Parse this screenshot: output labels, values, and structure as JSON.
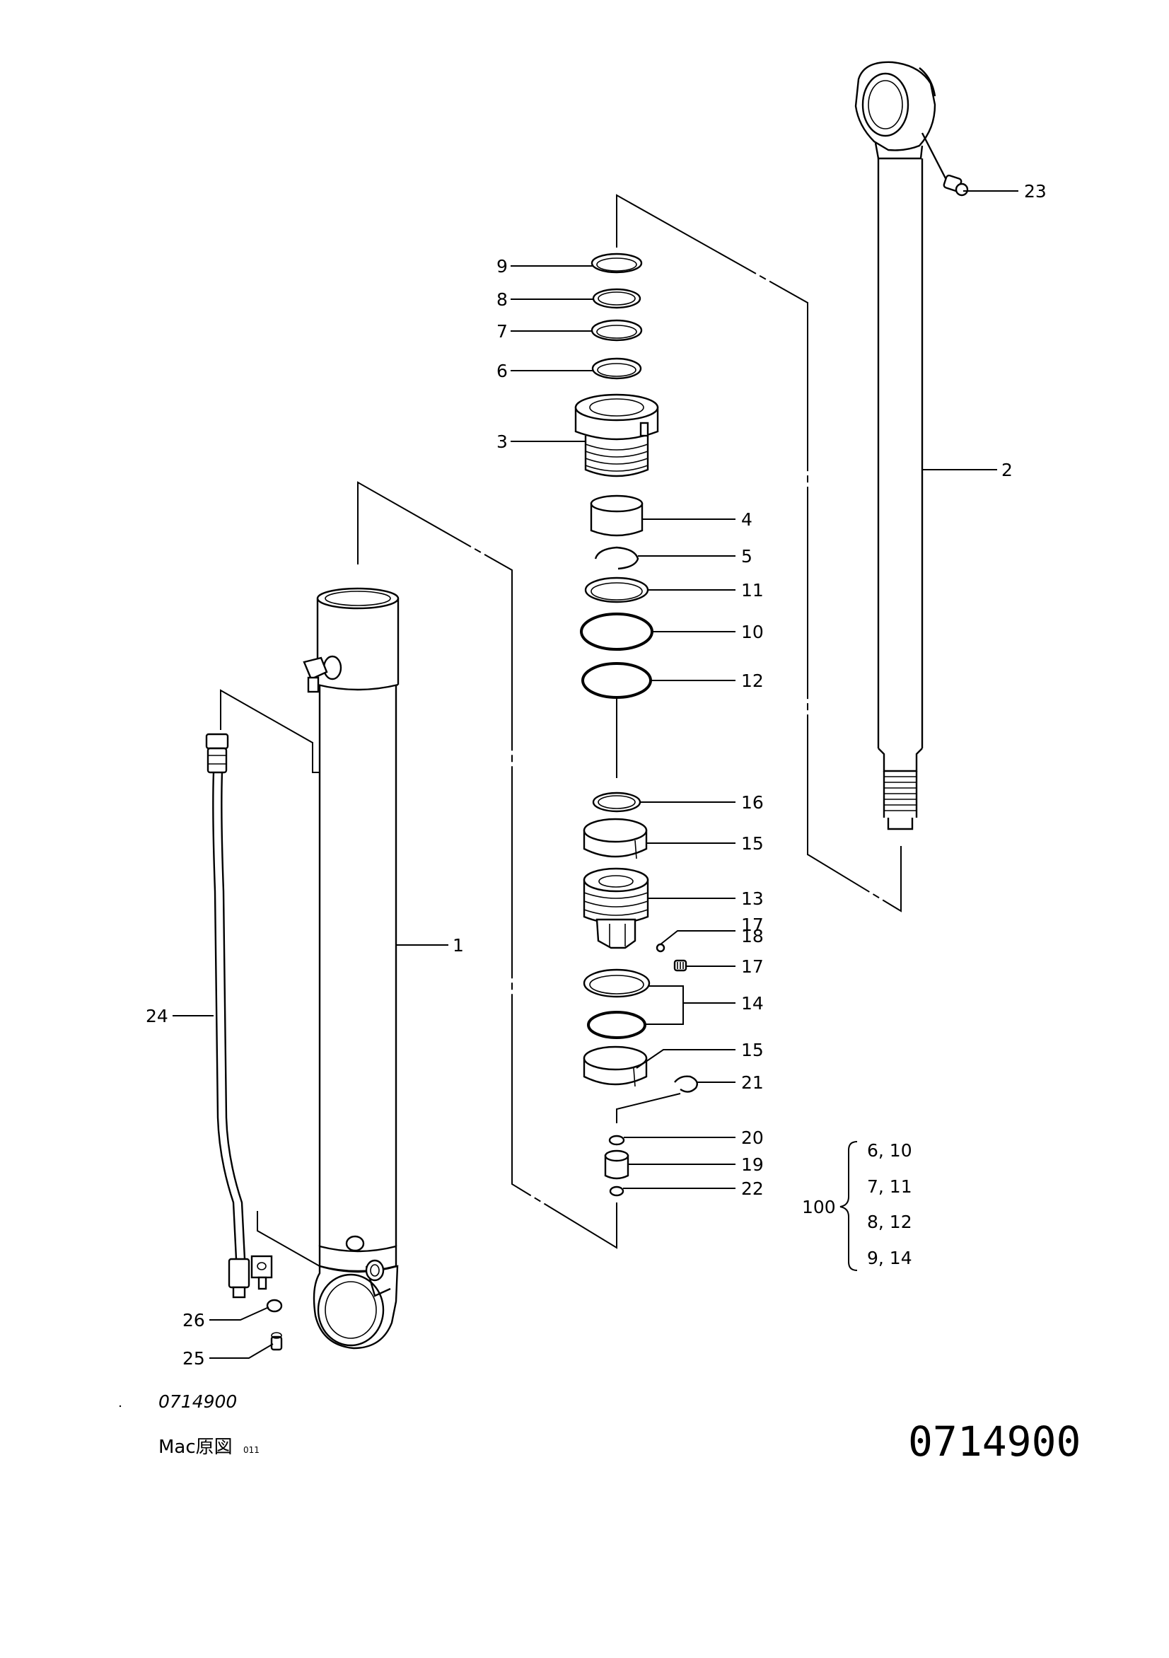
{
  "callouts": {
    "c1": "1",
    "c2": "2",
    "c3": "3",
    "c4": "4",
    "c5": "5",
    "c6": "6",
    "c7": "7",
    "c8": "8",
    "c9": "9",
    "c10": "10",
    "c11": "11",
    "c12": "12",
    "c13": "13",
    "c14": "14",
    "c15a": "15",
    "c15b": "15",
    "c16": "16",
    "c17a": "17",
    "c17b": "17",
    "c18": "18",
    "c19": "19",
    "c20": "20",
    "c21": "21",
    "c22": "22",
    "c23": "23",
    "c24": "24",
    "c25": "25",
    "c26": "26"
  },
  "kit": {
    "number": "100",
    "rows": [
      "6, 10",
      "7, 11",
      "8, 12",
      "9, 14"
    ]
  },
  "footer": {
    "code_small": "0714900",
    "mac_label": "Mac原図",
    "mac_sub": "011",
    "code_large": "0714900"
  }
}
